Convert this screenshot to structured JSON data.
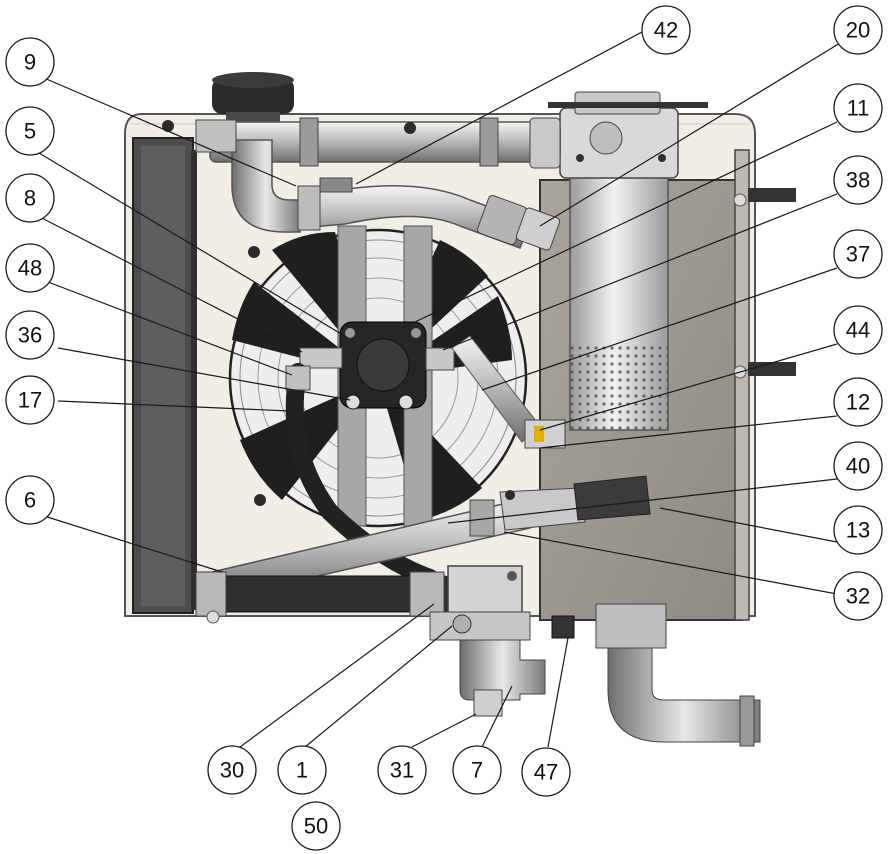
{
  "diagram": {
    "callouts": [
      {
        "id": "c-9",
        "label": "9"
      },
      {
        "id": "c-42",
        "label": "42"
      },
      {
        "id": "c-20",
        "label": "20"
      },
      {
        "id": "c-5",
        "label": "5"
      },
      {
        "id": "c-11",
        "label": "11"
      },
      {
        "id": "c-8",
        "label": "8"
      },
      {
        "id": "c-38",
        "label": "38"
      },
      {
        "id": "c-48",
        "label": "48"
      },
      {
        "id": "c-37",
        "label": "37"
      },
      {
        "id": "c-36",
        "label": "36"
      },
      {
        "id": "c-44",
        "label": "44"
      },
      {
        "id": "c-17",
        "label": "17"
      },
      {
        "id": "c-12",
        "label": "12"
      },
      {
        "id": "c-40",
        "label": "40"
      },
      {
        "id": "c-6",
        "label": "6"
      },
      {
        "id": "c-13",
        "label": "13"
      },
      {
        "id": "c-32",
        "label": "32"
      },
      {
        "id": "c-30",
        "label": "30"
      },
      {
        "id": "c-1",
        "label": "1"
      },
      {
        "id": "c-31",
        "label": "31"
      },
      {
        "id": "c-7",
        "label": "7"
      },
      {
        "id": "c-47",
        "label": "47"
      },
      {
        "id": "c-50",
        "label": "50"
      }
    ]
  }
}
